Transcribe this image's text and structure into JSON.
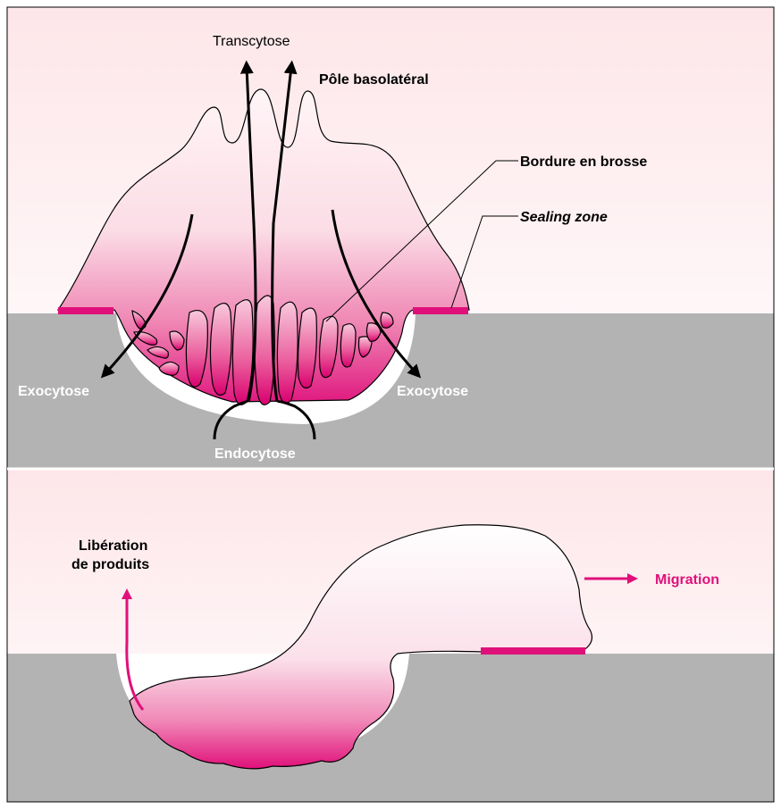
{
  "labels": {
    "transcytose": "Transcytose",
    "pole_basolateral": "Pôle basolatéral",
    "bordure_en_brosse": "Bordure en brosse",
    "sealing_zone": "Sealing zone",
    "exocytose_left": "Exocytose",
    "exocytose_right": "Exocytose",
    "endocytose": "Endocytose",
    "liberation_line1": "Libération",
    "liberation_line2": "de produits",
    "migration": "Migration"
  },
  "colors": {
    "background_top": "#fde9ea",
    "bone": "#b3b3b3",
    "cell_pink": "#e0107a",
    "accent": "#e0107a",
    "outline": "#000000"
  }
}
